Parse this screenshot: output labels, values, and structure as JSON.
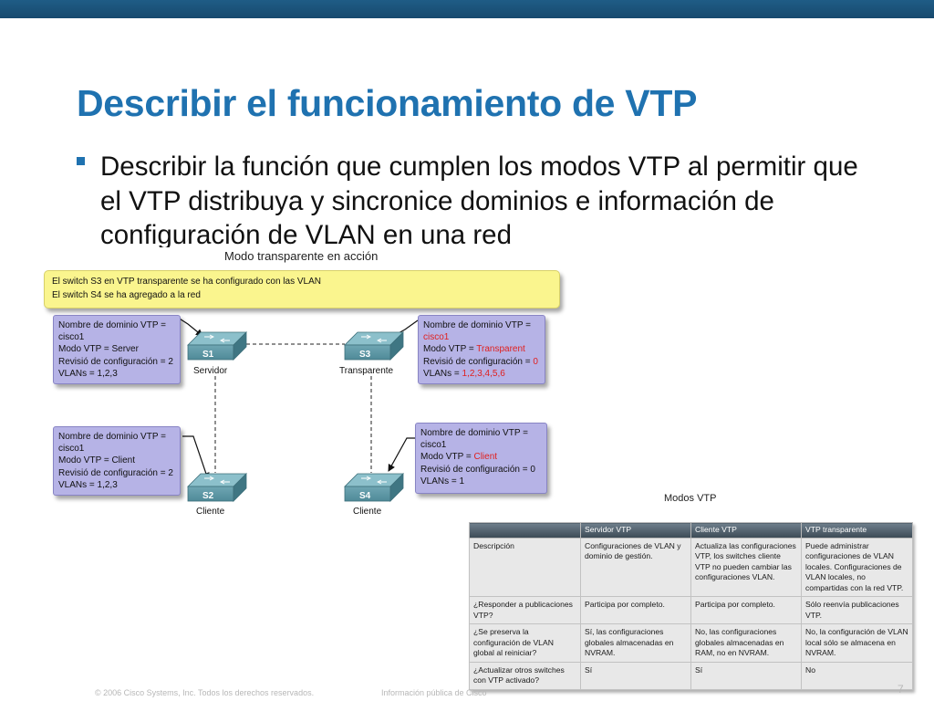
{
  "slide": {
    "title": "Describir el funcionamiento de VTP",
    "bullet": "Describir la función que cumplen los modos VTP al permitir que el VTP distribuya y sincronice dominios e información de configuración de VLAN en una red",
    "footer_copyright": "© 2006 Cisco Systems, Inc. Todos los derechos reservados.",
    "footer_info": "Información pública de Cisco",
    "page_number": "7"
  },
  "figure": {
    "title": "Modo transparente en acción",
    "note_lines": [
      "El switch S3 en VTP transparente se ha configurado con las VLAN",
      "El switch S4 se ha agregado a la red"
    ],
    "colors": {
      "highlight": "#e0201f",
      "infobox": "#b6b3e6",
      "note": "#faf58e",
      "title": "#1f72b0"
    },
    "switches": {
      "s1": {
        "name": "S1",
        "role": "Servidor"
      },
      "s2": {
        "name": "S2",
        "role": "Cliente"
      },
      "s3": {
        "name": "S3",
        "role": "Transparente"
      },
      "s4": {
        "name": "S4",
        "role": "Cliente"
      }
    },
    "boxes": {
      "s1": {
        "l1": "Nombre de dominio VTP =",
        "l2": "cisco1",
        "l3": "Modo VTP = Server",
        "l4": "Revisió de configuración = 2",
        "l5": "VLANs = 1,2,3"
      },
      "s2": {
        "l1": "Nombre de dominio VTP =",
        "l2": "cisco1",
        "l3": "Modo VTP = Client",
        "l4": "Revisió de configuración = 2",
        "l5": "VLANs = 1,2,3"
      },
      "s3": {
        "l1": "Nombre de dominio VTP =",
        "l2": "cisco1",
        "l3a": "Modo VTP = ",
        "l3b": "Transparent",
        "l4a": "Revisió de configuración = ",
        "l4b": "0",
        "l5a": "VLANs = ",
        "l5b": "1,2,3,4,5,6"
      },
      "s4": {
        "l1": "Nombre de dominio VTP =",
        "l2": "cisco1",
        "l3a": "Modo VTP = ",
        "l3b": "Client",
        "l4": "Revisió de configuración = 0",
        "l5": "VLANs = 1"
      }
    }
  },
  "modes_table": {
    "title": "Modos VTP",
    "headers": [
      "",
      "Servidor VTP",
      "Cliente VTP",
      "VTP transparente"
    ],
    "rows": [
      [
        "Descripción",
        "Configuraciones de VLAN y dominio de gestión.",
        "Actualiza las configuraciones VTP, los switches cliente VTP no pueden cambiar las configuraciones VLAN.",
        "Puede administrar configuraciones de VLAN locales. Configuraciones de VLAN locales, no compartidas con la red VTP."
      ],
      [
        "¿Responder a publicaciones VTP?",
        "Participa por completo.",
        "Participa por completo.",
        "Sólo reenvía publicaciones VTP."
      ],
      [
        "¿Se preserva la configuración de VLAN global al reiniciar?",
        "Sí, las configuraciones globales almacenadas en NVRAM.",
        "No, las configuraciones globales almacenadas en RAM, no en NVRAM.",
        "No, la configuración de VLAN local sólo se almacena en NVRAM."
      ],
      [
        "¿Actualizar otros switches con VTP activado?",
        "Sí",
        "Sí",
        "No"
      ]
    ]
  }
}
